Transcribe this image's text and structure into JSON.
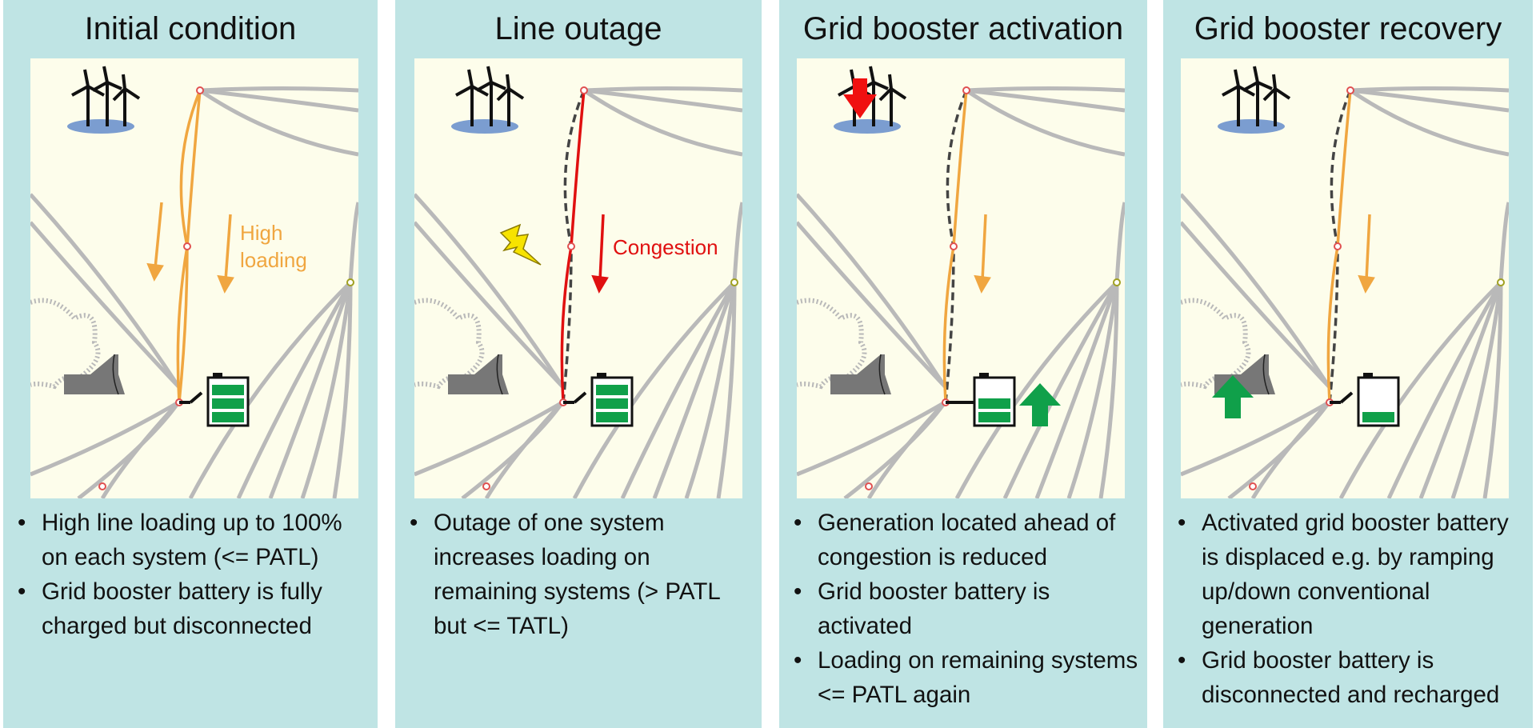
{
  "panels": [
    {
      "title": "Initial condition",
      "annotation": [
        "High",
        "loading"
      ],
      "bullets": [
        "High line loading up to 100% on each system (<= PATL)",
        "Grid booster battery is fully charged but disconnected"
      ],
      "battery_level": 1.0
    },
    {
      "title": "Line outage",
      "annotation": [
        "Congestion"
      ],
      "bullets": [
        "Outage of one system increases loading on remaining systems (> PATL but <= TATL)"
      ],
      "battery_level": 1.0
    },
    {
      "title": "Grid booster activation",
      "annotation": [],
      "bullets": [
        "Generation located ahead of congestion is reduced",
        "Grid booster battery is activated",
        "Loading on remaining systems <= PATL again"
      ],
      "battery_level": 0.66
    },
    {
      "title": "Grid booster recovery",
      "annotation": [],
      "bullets": [
        "Activated grid booster battery is displaced e.g. by ramping up/down conventional generation",
        "Grid booster battery is disconnected and recharged"
      ],
      "battery_level": 0.33
    }
  ],
  "colors": {
    "panel_bg": "#bfe4e4",
    "scene_bg": "#fdfdeb",
    "grid_line": "#b9b9b9",
    "high_loading": "#f0a640",
    "congestion": "#e01010",
    "outage_line": "#444444",
    "battery_green": "#10a04a",
    "up_arrow": "#10a04a",
    "down_arrow": "#f01010",
    "lightning": "#f7e300"
  },
  "icons": [
    "wind-turbine-icon",
    "lightning-icon",
    "power-plant-icon",
    "battery-icon",
    "up-arrow-icon",
    "down-arrow-icon"
  ]
}
